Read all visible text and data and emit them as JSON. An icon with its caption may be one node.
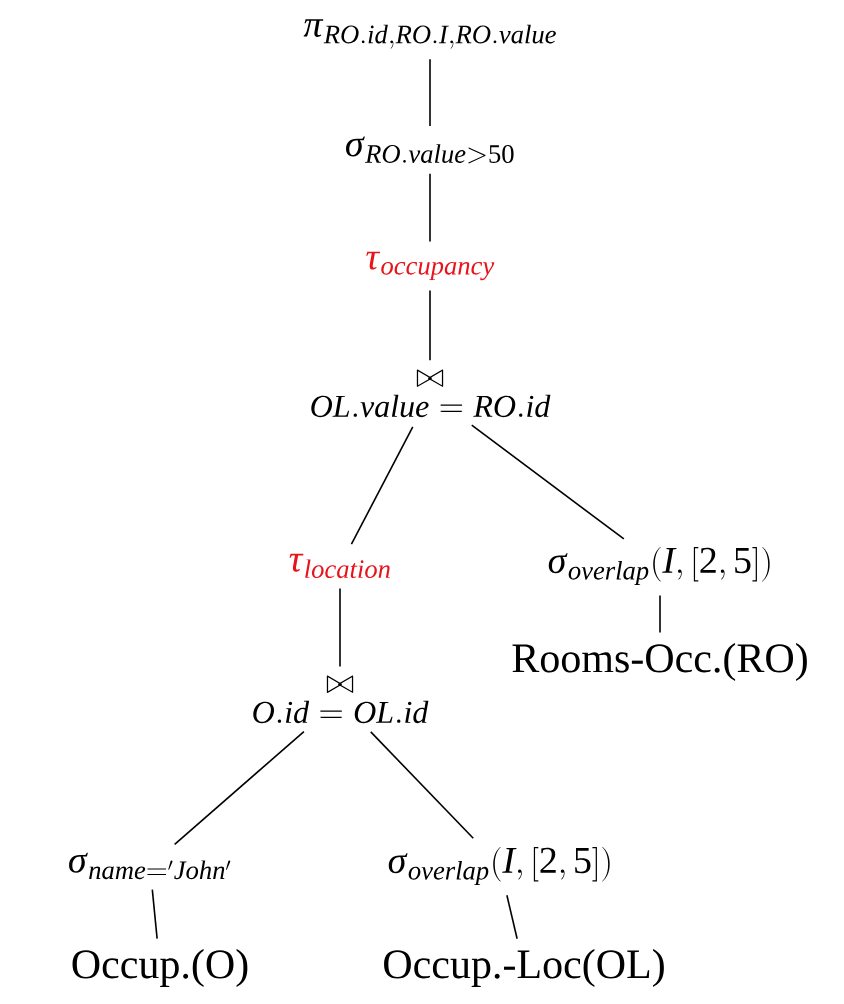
{
  "diagram": {
    "nodes": [
      {
        "text": [
          "\\pi_{RO.id,RO.I,RO.value}"
        ]
      },
      {
        "text": [
          "\\sigma_{RO.value>50}"
        ]
      },
      {
        "text": [
          "\\tau_{occupancy}"
        ]
      },
      {
        "text": [
          "\\bowtie",
          "OL.value=RO.id"
        ]
      },
      {
        "text": [
          "\\tau_{location}"
        ]
      },
      {
        "text": [
          "\\sigma_{overlap}(I,[2,5])"
        ]
      },
      {
        "text": [
          "Rooms-Occ.(RO)"
        ]
      },
      {
        "text": [
          "\\bowtie",
          "O.id=OL.id"
        ]
      },
      {
        "text": [
          "\\sigma_{name='John'}"
        ]
      },
      {
        "text": [
          "\\sigma_{overlap}(I,[2,5])"
        ]
      },
      {
        "text": [
          "Occup.(O)"
        ]
      },
      {
        "text": [
          "Occup.-Loc(OL)"
        ]
      }
    ],
    "edges": [
      {
        "from": 0,
        "to": 1,
        "arrow": "none"
      },
      {
        "from": 1,
        "to": 2,
        "arrow": "none"
      },
      {
        "from": 2,
        "to": 3,
        "arrow": "none"
      },
      {
        "from": 3,
        "to": 4,
        "arrow": "none"
      },
      {
        "from": 3,
        "to": 5,
        "arrow": "none"
      },
      {
        "from": 5,
        "to": 6,
        "arrow": "none"
      },
      {
        "from": 4,
        "to": 7,
        "arrow": "none"
      },
      {
        "from": 7,
        "to": 8,
        "arrow": "none"
      },
      {
        "from": 7,
        "to": 9,
        "arrow": "none"
      },
      {
        "from": 8,
        "to": 10,
        "arrow": "none"
      },
      {
        "from": 9,
        "to": 11,
        "arrow": "none"
      }
    ]
  }
}
